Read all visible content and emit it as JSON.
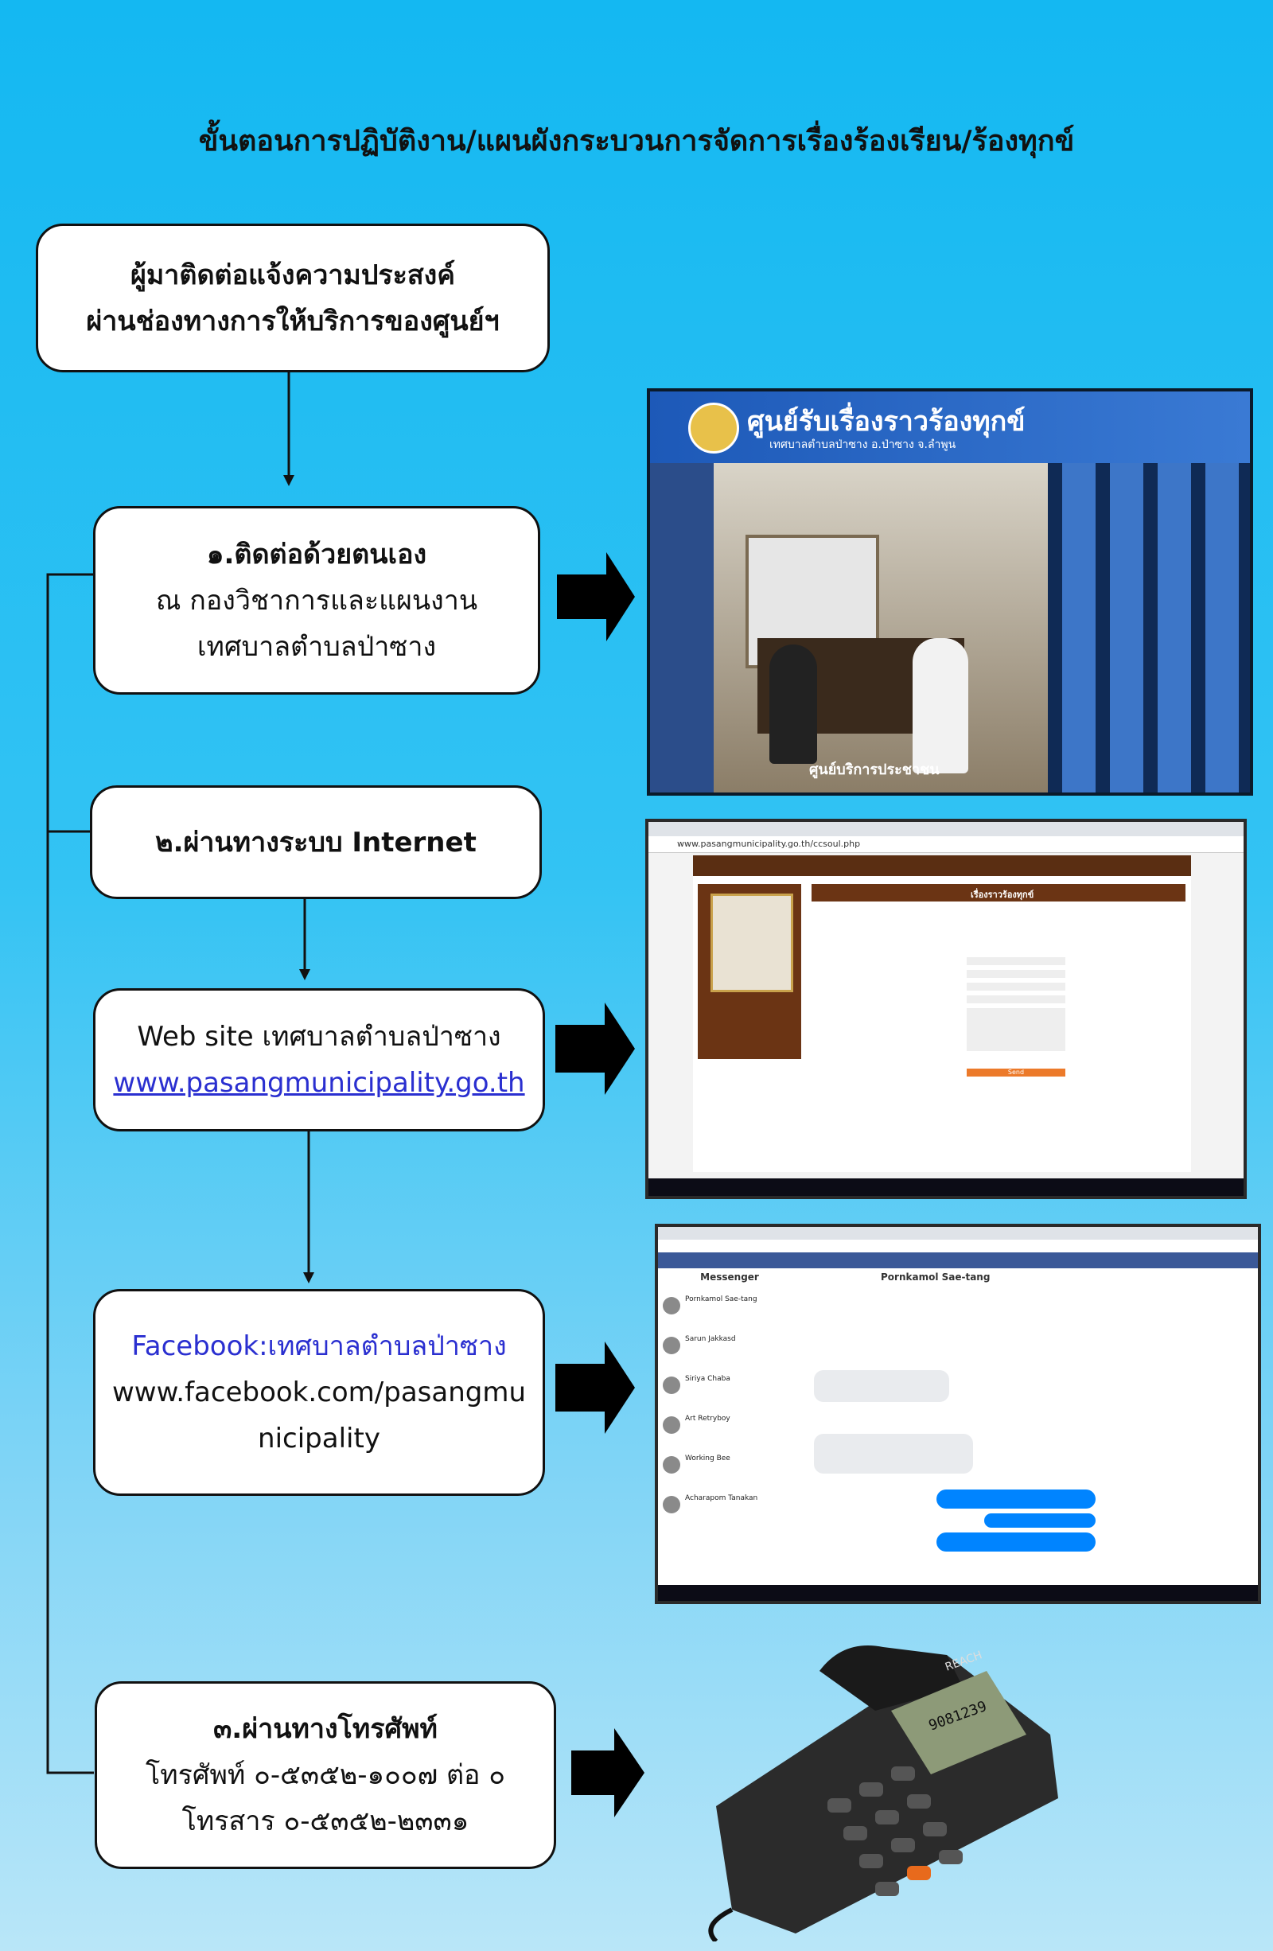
{
  "title": "ขั้นตอนการปฏิบัติงาน/แผนผังกระบวนการจัดการเรื่องร้องเรียน/ร้องทุกข์",
  "start_box": {
    "line1": "ผู้มาติดต่อแจ้งความประสงค์",
    "line2": "ผ่านช่องทางการให้บริการของศูนย์ฯ"
  },
  "channel1": {
    "heading": "๑.ติดต่อด้วยตนเอง",
    "line2": "ณ กองวิชาการและแผนงาน",
    "line3": "เทศบาลตำบลป่าซาง"
  },
  "channel2": {
    "heading": "๒.ผ่านทางระบบ Internet"
  },
  "website": {
    "line1": "Web site เทศบาลตำบลป่าซาง",
    "link": "www.pasangmunicipality.go.th"
  },
  "facebook": {
    "line1": "Facebook:เทศบาลตำบลป่าซาง",
    "line2": "www.facebook.com/pasangmu",
    "line3": "nicipality"
  },
  "channel3": {
    "heading": "๓.ผ่านทางโทรศัพท์",
    "phone": "โทรศัพท์ ๐-๕๓๕๒-๑๐๐๗ ต่อ ๐",
    "fax": "โทรสาร ๐-๕๓๕๒-๒๓๓๑"
  },
  "photo_office": {
    "sign": "ศูนย์รับเรื่องราวร้องทุกข์",
    "sign_sub": "เทศบาลตำบลป่าซาง อ.ป่าซาง จ.ลำพูน",
    "footer": "ศูนย์บริการประชาชน"
  },
  "photo_website": {
    "url": "www.pasangmunicipality.go.th/ccsoul.php",
    "form_title": "เรื่องราวร้องทุกข์",
    "submit": "Send"
  },
  "photo_messenger": {
    "app": "Messenger",
    "contact": "Pornkamol Sae-tang",
    "list": [
      "Pornkamol Sae-tang",
      "Sarun Jakkasd",
      "Siriya Chaba",
      "Art Retryboy",
      "Working Bee",
      "Acharapom Tanakan"
    ]
  },
  "phone_device": {
    "brand": "REACH",
    "display": "9081239"
  },
  "colors": {
    "bg_top": "#14b8f2",
    "bg_bottom": "#b9e6f8",
    "link": "#2a2fd0"
  }
}
